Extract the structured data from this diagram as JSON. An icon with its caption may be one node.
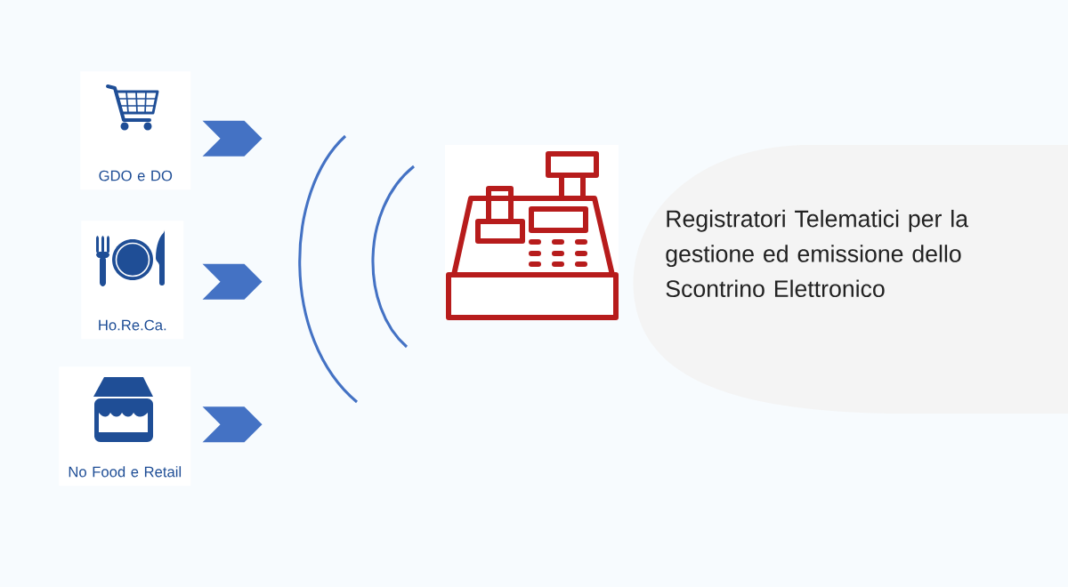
{
  "diagram": {
    "nodes": [
      {
        "text": [
          "GDO e DO"
        ]
      },
      {
        "text": [
          "Ho.Re.Ca."
        ]
      },
      {
        "text": [
          "No Food e Retail"
        ]
      },
      {
        "text": [
          "Registratori Telematici per la gestione ed emissione dello Scontrino Elettronico"
        ]
      }
    ],
    "edges": [
      {
        "from": 0,
        "to": null,
        "arrow": "to"
      },
      {
        "from": 1,
        "to": null,
        "arrow": "to"
      },
      {
        "from": 2,
        "to": null,
        "arrow": "to"
      }
    ]
  }
}
